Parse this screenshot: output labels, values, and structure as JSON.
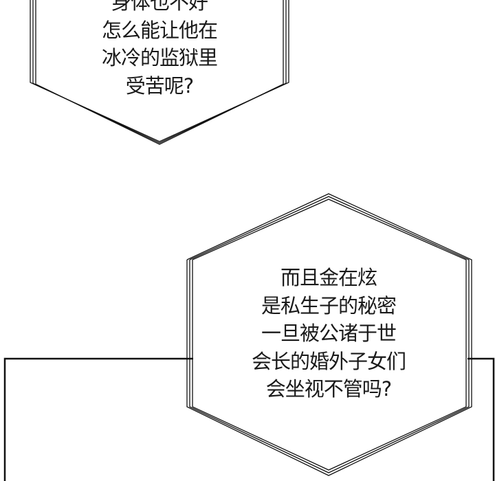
{
  "bubble_top": {
    "lines": [
      "身体也不好",
      "怎么能让他在",
      "冰冷的监狱里",
      "受苦呢?"
    ]
  },
  "bubble_bottom": {
    "lines": [
      "而且金在炫",
      "是私生子的秘密",
      "一旦被公诸于世",
      "会长的婚外子女们",
      "会坐视不管吗?"
    ]
  },
  "colors": {
    "ink": "#1a1a1a",
    "paper": "#ffffff"
  }
}
